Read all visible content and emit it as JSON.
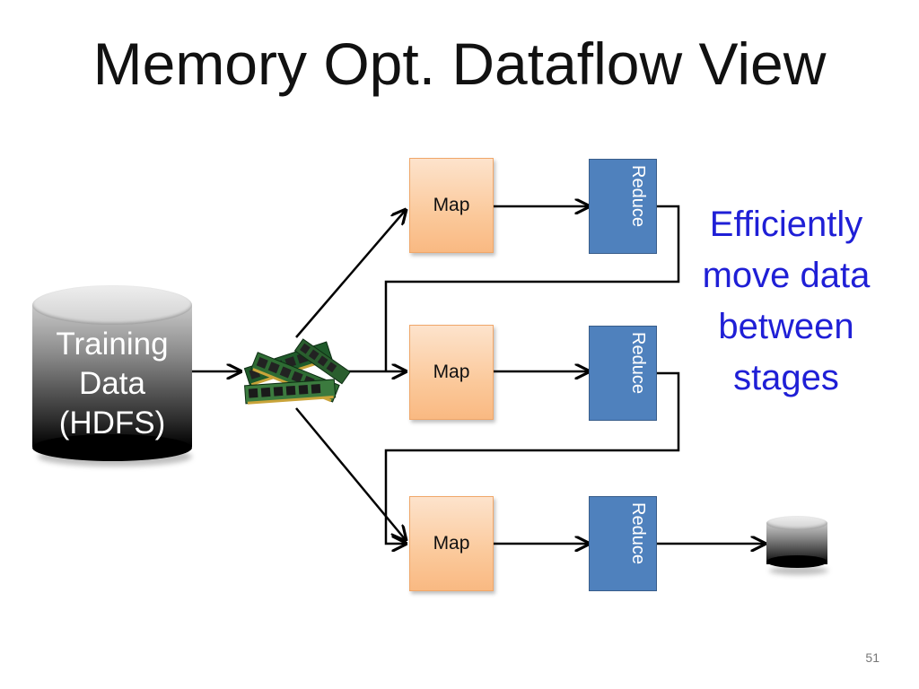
{
  "title": "Memory Opt. Dataflow View",
  "training_data": {
    "label_lines": [
      "Training",
      "Data",
      "(HDFS)"
    ]
  },
  "stages": [
    {
      "map_label": "Map",
      "reduce_label": "Reduce"
    },
    {
      "map_label": "Map",
      "reduce_label": "Reduce"
    },
    {
      "map_label": "Map",
      "reduce_label": "Reduce"
    }
  ],
  "annotation_lines": [
    "Efficiently",
    "move data",
    "between",
    "stages"
  ],
  "page_number": "51",
  "icons": {
    "memory": "ram-modules-icon",
    "output_store": "database-cylinder-icon"
  },
  "colors": {
    "map_fill": "#fbc99b",
    "reduce_fill": "#4f81bd",
    "annotation_text": "#1f1fd6"
  }
}
